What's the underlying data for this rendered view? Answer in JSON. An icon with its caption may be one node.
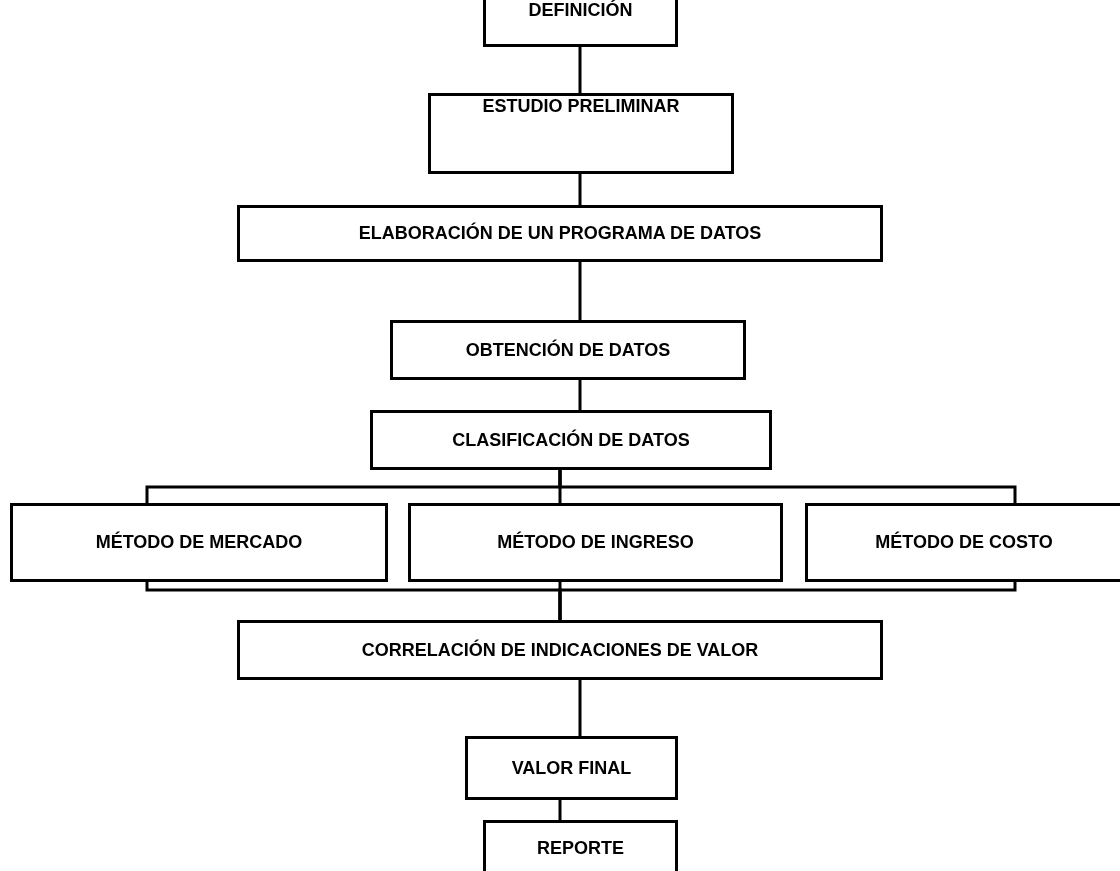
{
  "diagram": {
    "nodes": [
      {
        "text": [
          "DEFINICIÓN"
        ]
      },
      {
        "text": [
          "ESTUDIO PRELIMINAR"
        ]
      },
      {
        "text": [
          "ELABORACIÓN DE UN PROGRAMA DE DATOS"
        ]
      },
      {
        "text": [
          "OBTENCIÓN DE DATOS"
        ]
      },
      {
        "text": [
          "CLASIFICACIÓN DE DATOS"
        ]
      },
      {
        "text": [
          "MÉTODO DE MERCADO"
        ]
      },
      {
        "text": [
          "MÉTODO DE INGRESO"
        ]
      },
      {
        "text": [
          "MÉTODO DE COSTO"
        ]
      },
      {
        "text": [
          "CORRELACIÓN DE INDICACIONES DE VALOR"
        ]
      },
      {
        "text": [
          "VALOR FINAL"
        ]
      },
      {
        "text": [
          "REPORTE"
        ]
      }
    ],
    "edges": [
      {
        "from": 0,
        "to": 1,
        "arrow": "none"
      },
      {
        "from": 1,
        "to": 2,
        "arrow": "none"
      },
      {
        "from": 2,
        "to": 3,
        "arrow": "none"
      },
      {
        "from": 3,
        "to": 4,
        "arrow": "none"
      },
      {
        "from": 4,
        "to": 5,
        "arrow": "none"
      },
      {
        "from": 4,
        "to": 6,
        "arrow": "none"
      },
      {
        "from": 4,
        "to": 7,
        "arrow": "none"
      },
      {
        "from": 5,
        "to": 8,
        "arrow": "none"
      },
      {
        "from": 6,
        "to": 8,
        "arrow": "none"
      },
      {
        "from": 7,
        "to": 8,
        "arrow": "none"
      },
      {
        "from": 8,
        "to": 9,
        "arrow": "none"
      },
      {
        "from": 9,
        "to": 10,
        "arrow": "none"
      }
    ]
  }
}
